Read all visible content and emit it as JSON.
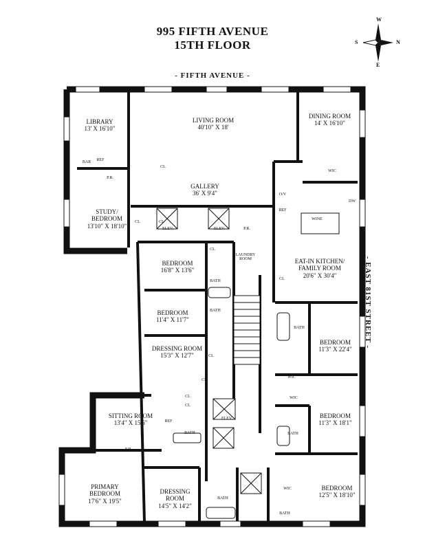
{
  "title": {
    "line1": "995 FIFTH AVENUE",
    "line2": "15TH FLOOR"
  },
  "streets": {
    "top": "- FIFTH AVENUE -",
    "right": "- EAST 81ST STREET -"
  },
  "compass": {
    "w": "W",
    "s": "S",
    "n": "N",
    "e": "E"
  },
  "rooms": {
    "library": {
      "name": "LIBRARY",
      "dim": "13' X 16'10\""
    },
    "living": {
      "name": "LIVING ROOM",
      "dim": "40'10\" X 18'"
    },
    "dining": {
      "name": "DINING ROOM",
      "dim": "14' X 16'10\""
    },
    "gallery": {
      "name": "GALLERY",
      "dim": "36' X 9'4\""
    },
    "study": {
      "name": "STUDY/ BEDROOM",
      "dim": "13'10\" X 18'10\""
    },
    "kitchen": {
      "name": "EAT-IN KITCHEN/ FAMILY ROOM",
      "dim": "20'6\" X 30'4\""
    },
    "bedroom1": {
      "name": "BEDROOM",
      "dim": "16'8\" X 13'6\""
    },
    "bedroom2": {
      "name": "BEDROOM",
      "dim": "11'4\" X 11'7\""
    },
    "dressing1": {
      "name": "DRESSING ROOM",
      "dim": "15'3\" X 12'7\""
    },
    "bedroom3": {
      "name": "BEDROOM",
      "dim": "11'3\" X 22'4\""
    },
    "sitting": {
      "name": "SITTING ROOM",
      "dim": "13'4\" X 15'6\""
    },
    "bedroom4": {
      "name": "BEDROOM",
      "dim": "11'3\" X 18'1\""
    },
    "primary": {
      "name": "PRIMARY BEDROOM",
      "dim": "17'6\" X 19'5\""
    },
    "dressing2": {
      "name": "DRESSING ROOM",
      "dim": "14'5\" X 14'2\""
    },
    "bedroom5": {
      "name": "BEDROOM",
      "dim": "12'5\" X 18'10\""
    }
  },
  "labels": {
    "bar": "BAR",
    "ref": "REF",
    "pr": "P.R.",
    "cl": "CL",
    "elev": "ELEV.",
    "wic": "WIC",
    "bath": "BATH",
    "laundry": "LAUNDRY ROOM",
    "wine": "WINE",
    "dw": "DW",
    "ov": "O/V",
    "fp": "F/P"
  }
}
